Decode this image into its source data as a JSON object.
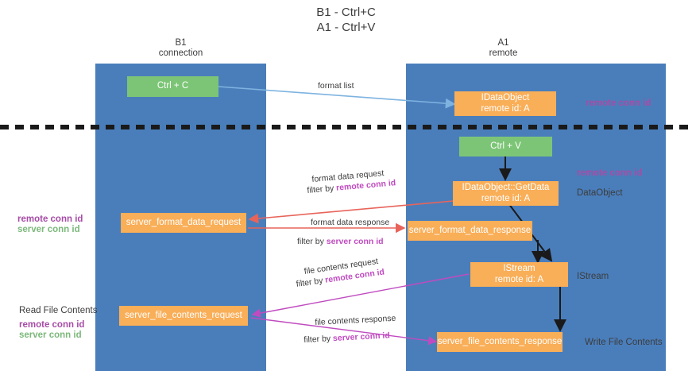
{
  "title": {
    "line1": "B1 - Ctrl+C",
    "line2": "A1 - Ctrl+V"
  },
  "lanes": [
    {
      "name": "B1",
      "sub": "connection"
    },
    {
      "name": "A1",
      "sub": "remote"
    }
  ],
  "colors": {
    "lane": "#4a7ebb",
    "green_box": "#7cc576",
    "orange_box": "#f9ae58",
    "purple_text": "#a64ca6",
    "green_text": "#7cb87c",
    "blue_arrow": "#7eb3e0",
    "red_arrow": "#e8645a",
    "magenta_arrow": "#c04bc0",
    "black_arrow": "#1a1a1a",
    "divider": "#1a1a1a"
  },
  "boxes": {
    "ctrl_c": "Ctrl + C",
    "ctrl_v": "Ctrl + V",
    "idataobject_l1": "IDataObject",
    "idataobject_l2": "remote id: A",
    "getdata_l1": "IDataObject::GetData",
    "getdata_l2": "remote id: A",
    "istream_l1": "IStream",
    "istream_l2": "remote id: A",
    "server_format_data_request": "server_format_data_request",
    "server_format_data_response": "server_format_data_response",
    "server_file_contents_request": "server_file_contents_request",
    "server_file_contents_response": "server_file_contents_response"
  },
  "side_labels": {
    "remote_conn_id_1": "remote conn id",
    "remote_conn_id_2": "remote conn id",
    "dataobject": "DataObject",
    "istream": "IStream",
    "write_file_contents": "Write File Contents",
    "read_file_contents": "Read File Contents",
    "left_remote_conn_id_1": "remote conn id",
    "left_server_conn_id_1": "server conn id",
    "left_remote_conn_id_2": "remote conn id",
    "left_server_conn_id_2": "server conn id"
  },
  "edges": [
    {
      "label": "format list",
      "filter_prefix": "",
      "filter_key": ""
    },
    {
      "label": "format data request",
      "filter_prefix": "filter by ",
      "filter_key": "remote conn id"
    },
    {
      "label": "format data response",
      "filter_prefix": "filter by ",
      "filter_key": "server conn id"
    },
    {
      "label": "file contents request",
      "filter_prefix": "filter by ",
      "filter_key": "remote conn id"
    },
    {
      "label": "file contents response",
      "filter_prefix": "filter by ",
      "filter_key": "server conn id"
    }
  ]
}
